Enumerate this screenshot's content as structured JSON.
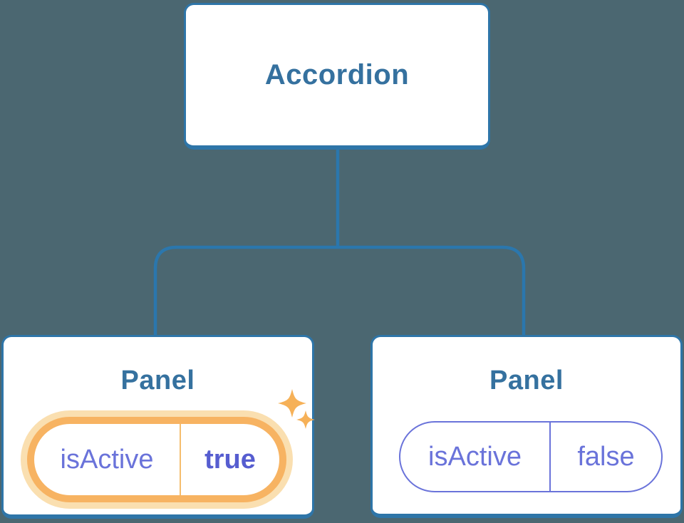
{
  "diagram": {
    "root": {
      "label": "Accordion"
    },
    "panels": [
      {
        "title": "Panel",
        "prop_name": "isActive",
        "prop_value": "true",
        "highlighted": true
      },
      {
        "title": "Panel",
        "prop_name": "isActive",
        "prop_value": "false",
        "highlighted": false
      }
    ],
    "colors": {
      "background": "#4b6771",
      "node_border": "#2e75a8",
      "node_text": "#35719f",
      "connector": "#2b77ad",
      "state_text": "#6a73da",
      "state_value_text": "#565dd0",
      "pill_border": "#6a73da",
      "highlight_ring": "#f7b362",
      "highlight_glow": "#fadfb0",
      "highlight_divider": "#f5bd6d",
      "sparkle": "#f6b158"
    }
  }
}
